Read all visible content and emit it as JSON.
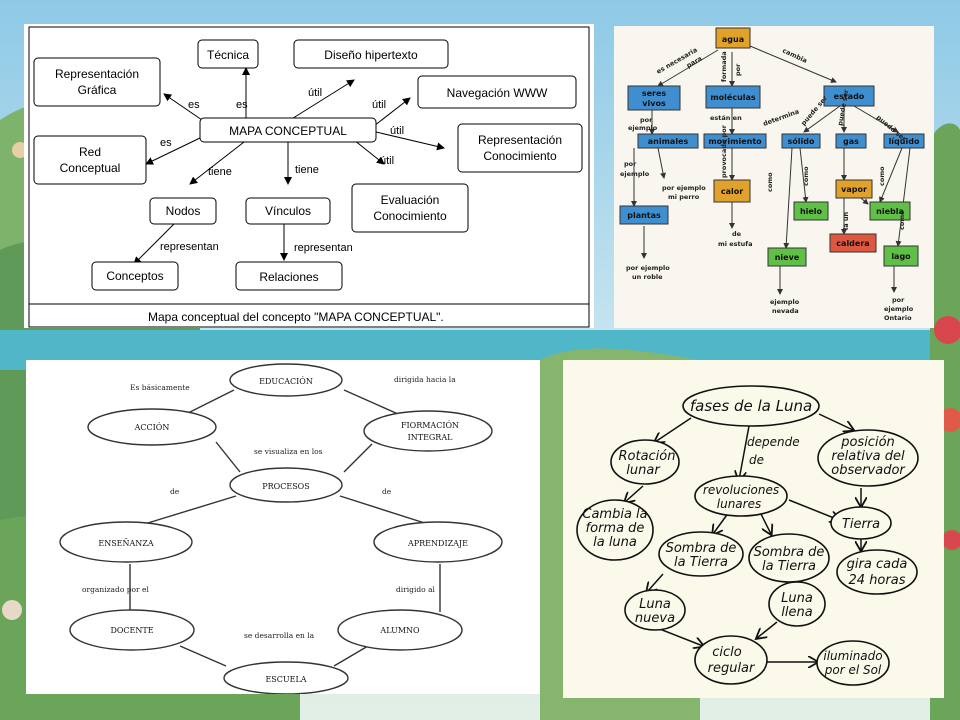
{
  "background": {
    "sky": "#9fd3ea",
    "sea": "#3fb2c4",
    "land": "#7bb06a",
    "flowers": "#d8474e"
  },
  "map1": {
    "nodes": {
      "tecnica": "Técnica",
      "diseno": "Diseño hipertexto",
      "repgraf_1": "Representación",
      "repgraf_2": "Gráfica",
      "navegacion": "Navegación WWW",
      "mapa": "MAPA CONCEPTUAL",
      "red_1": "Red",
      "red_2": "Conceptual",
      "repcon_1": "Representación",
      "repcon_2": "Conocimiento",
      "nodos": "Nodos",
      "vinculos": "Vínculos",
      "eval_1": "Evaluación",
      "eval_2": "Conocimiento",
      "conceptos": "Conceptos",
      "relaciones": "Relaciones"
    },
    "links": {
      "es_grafica": "es",
      "es_tecnica": "es",
      "util_diseno": "útil",
      "util_nav": "útil",
      "es_red": "es",
      "util_repcon": "útil",
      "tiene_nodos": "tiene",
      "tiene_vinculos": "tiene",
      "util_eval": "útil",
      "representan_conceptos": "representan",
      "representan_relaciones": "representan"
    },
    "caption": "Mapa conceptual del concepto \"MAPA CONCEPTUAL\"."
  },
  "map2": {
    "colors": {
      "node": "#3f8fd0",
      "green": "#5fbf47",
      "orange": "#e0a22a",
      "red": "#e0573f"
    },
    "nodes": {
      "agua": "agua",
      "seres_1": "seres",
      "seres_2": "vivos",
      "moleculas": "moléculas",
      "estado": "estado",
      "animales": "animales",
      "movimiento": "movimiento",
      "solido": "sólido",
      "gas": "gas",
      "liquido": "líquido",
      "plantas": "plantas",
      "calor": "calor",
      "hielo": "hielo",
      "vapor": "vapor",
      "niebla": "niebla",
      "caldera": "caldera",
      "nieve": "nieve",
      "lago": "lago"
    },
    "labels": {
      "es_necesaria": "es necesaria",
      "para": "para",
      "formada": "formada",
      "por": "por",
      "cambia": "cambia",
      "por_ejemplo": "por",
      "ejemplo": "ejemplo",
      "estan_en": "están en",
      "determina": "determina",
      "puede_ser": "puede ser",
      "por_ejemplo_perro_1": "por ejemplo",
      "por_ejemplo_perro_2": "mi perro",
      "provocado_por": "provocado por",
      "como": "como",
      "de": "de",
      "mi_estufa": "mi estufa",
      "roble_1": "por ejemplo",
      "roble_2": "un roble",
      "nevada_1": "ejemplo",
      "nevada_2": "nevada",
      "ontario_1": "por",
      "ontario_2": "ejemplo",
      "ontario_3": "Ontario",
      "la_un": "la un"
    }
  },
  "map3": {
    "nodes": {
      "educacion": "EDUCACIÓN",
      "accion": "ACCIÓN",
      "formacion_1": "FIORMACIÓN",
      "formacion_2": "INTEGRAL",
      "procesos": "PROCESOS",
      "ensenanza": "ENSEÑANZA",
      "aprendizaje": "APRENDIZAJE",
      "docente": "DOCENTE",
      "alumno": "ALUMNO",
      "escuela": "ESCUELA"
    },
    "links": {
      "basicamente": "Es básicamente",
      "dirigida": "dirigida hacia la",
      "visualiza": "se visualiza en los",
      "de_left": "de",
      "de_right": "de",
      "organizado": "organizado por el",
      "dirigido": "dirigido al",
      "desarrolla": "se desarrolla en la"
    }
  },
  "map4": {
    "nodes": {
      "fases": "fases de la Luna",
      "rotacion_1": "Rotación",
      "rotacion_2": "lunar",
      "posicion_1": "posición",
      "posicion_2": "relativa del",
      "posicion_3": "observador",
      "cambia_1": "Cambia la",
      "cambia_2": "forma de",
      "cambia_3": "la luna",
      "revoluciones_1": "revoluciones",
      "revoluciones_2": "lunares",
      "tierra": "Tierra",
      "sombra1_1": "Sombra de",
      "sombra1_2": "la Tierra",
      "sombra2_1": "Sombra de",
      "sombra2_2": "la Tierra",
      "gira_1": "gira cada",
      "gira_2": "24 horas",
      "nueva_1": "Luna",
      "nueva_2": "nueva",
      "llena_1": "Luna",
      "llena_2": "llena",
      "ciclo_1": "ciclo",
      "ciclo_2": "regular",
      "iluminado_1": "iluminado",
      "iluminado_2": "por el Sol"
    },
    "links": {
      "depende_1": "depende",
      "depende_2": "de"
    }
  }
}
